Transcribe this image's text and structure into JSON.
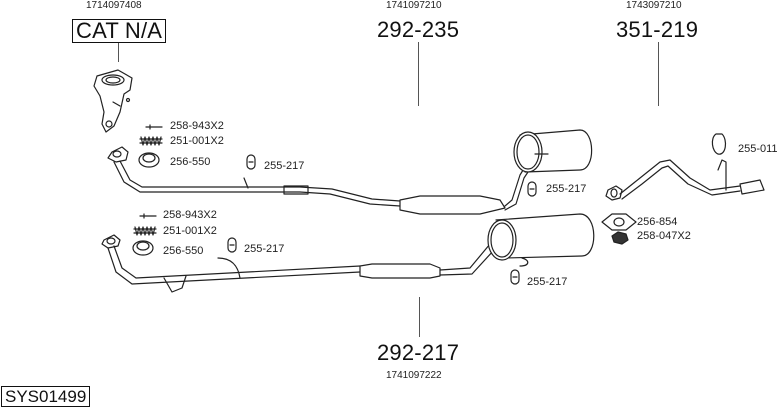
{
  "diagram": {
    "system_code": "SYS01499",
    "assemblies": [
      {
        "id": "cat",
        "article_no": "1714097408",
        "part_no": "CAT N/A",
        "boxed": true
      },
      {
        "id": "front_mid_silencer_top",
        "article_no": "1741097210",
        "part_no": "292-235",
        "boxed": false
      },
      {
        "id": "tail_pipe",
        "article_no": "1743097210",
        "part_no": "351-219",
        "boxed": false
      },
      {
        "id": "front_mid_silencer_bottom",
        "article_no": "1741097222",
        "part_no": "292-217",
        "boxed": false
      }
    ],
    "top_row_parts": [
      {
        "icon": "bolt-icon",
        "label": "258-943X2"
      },
      {
        "icon": "spring-icon",
        "label": "251-001X2"
      },
      {
        "icon": "gasket-ring-icon",
        "label": "256-550"
      },
      {
        "icon": "rubber-hanger-icon",
        "label": "255-217"
      },
      {
        "icon": "rubber-hanger-icon",
        "label": "255-217"
      }
    ],
    "bottom_row_parts": [
      {
        "icon": "bolt-icon",
        "label": "258-943X2"
      },
      {
        "icon": "spring-icon",
        "label": "251-001X2"
      },
      {
        "icon": "gasket-ring-icon",
        "label": "256-550"
      },
      {
        "icon": "rubber-hanger-icon",
        "label": "255-217"
      },
      {
        "icon": "rubber-hanger-icon",
        "label": "255-217"
      }
    ],
    "tail_parts": [
      {
        "icon": "rubber-hanger-icon",
        "label": "255-011"
      },
      {
        "icon": "flange-gasket-icon",
        "label": "256-854"
      },
      {
        "icon": "nut-icon",
        "label": "258-047X2"
      }
    ]
  }
}
